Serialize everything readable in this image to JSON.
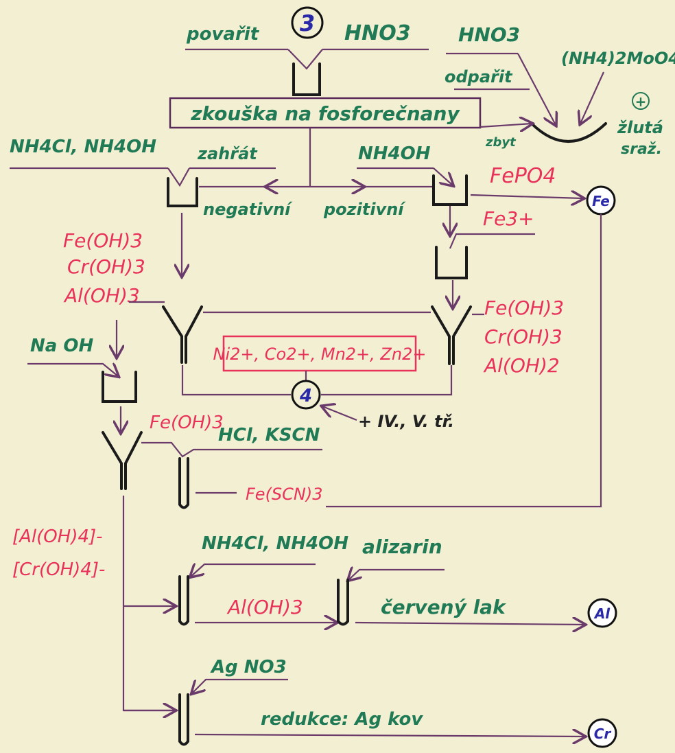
{
  "colors": {
    "green": "#1f7a55",
    "red": "#e8325a",
    "blue": "#2a2aa8",
    "paper": "#f3efd2",
    "line": "#6a3a6a"
  },
  "header": {
    "step3": "3",
    "povarit": "povařit",
    "hno3_a": "HNO3",
    "hno3_b": "HNO3",
    "odparit": "odpařit",
    "molybdate": "(NH4)2MoO4",
    "plus": "+",
    "zluta": "žlutá",
    "sraz": "sraž.",
    "zbytek": "zbyt"
  },
  "test_box": "zkouška na fosforečnany",
  "left": {
    "reagent": "NH4Cl, NH4OH",
    "zahrat": "zahřát",
    "negative": "negativní",
    "hydroxides": [
      "Fe(OH)3",
      "Cr(OH)3",
      "Al(OH)3"
    ],
    "naoh": "Na OH"
  },
  "right": {
    "reagent": "NH4OH",
    "positive": "pozitivní",
    "fepo4": "FePO4",
    "fe3": "Fe3+",
    "hydroxides": [
      "Fe(OH)3",
      "Cr(OH)3",
      "Al(OH)2"
    ]
  },
  "ions_box": "Ni2+, Co2+, Mn2+, Zn2+",
  "step4": "4",
  "step4_note": "+ IV., V. tř.",
  "fe_branch": {
    "precip": "Fe(OH)3",
    "reagent": "HCl, KSCN",
    "product": "Fe(SCN)3"
  },
  "complexes": [
    "[Al(OH)4]-",
    "[Cr(OH)4]-"
  ],
  "al_branch": {
    "reagent": "NH4Cl, NH4OH",
    "precip": "Al(OH)3",
    "alizarin": "alizarin",
    "result": "červený lak"
  },
  "cr_branch": {
    "reagent": "Ag NO3",
    "result": "redukce: Ag kov"
  },
  "nodes": {
    "fe": "Fe",
    "al": "Al",
    "cr": "Cr"
  }
}
